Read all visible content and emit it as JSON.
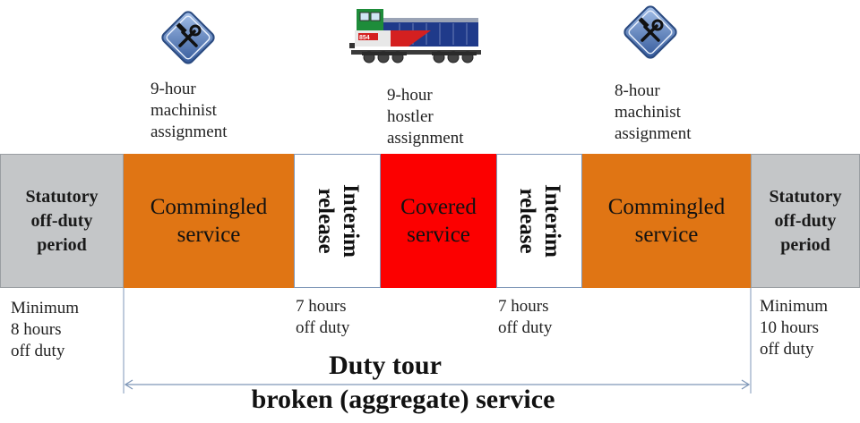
{
  "top_labels": [
    {
      "lines": [
        "9-hour",
        "machinist",
        "assignment"
      ]
    },
    {
      "lines": [
        "9-hour",
        "hostler",
        "assignment"
      ]
    },
    {
      "lines": [
        "8-hour",
        "machinist",
        "assignment"
      ]
    }
  ],
  "locomotive_number": "854",
  "segments": {
    "statutory_left": [
      "Statutory",
      "off-duty",
      "period"
    ],
    "commingled_1": [
      "Commingled",
      "service"
    ],
    "interim_1": [
      "Interim",
      "release"
    ],
    "covered": [
      "Covered",
      "service"
    ],
    "interim_2": [
      "Interim",
      "release"
    ],
    "commingled_2": [
      "Commingled",
      "service"
    ],
    "statutory_right": [
      "Statutory",
      "off-duty",
      "period"
    ]
  },
  "bottom_labels": {
    "left": [
      "Minimum",
      "8 hours",
      "off duty"
    ],
    "interim_1": [
      "7 hours",
      "off duty"
    ],
    "interim_2": [
      "7 hours",
      "off duty"
    ],
    "right": [
      "Minimum",
      "10 hours",
      "off duty"
    ]
  },
  "duty_tour": {
    "title": "Duty tour",
    "subtitle": "broken (aggregate) service"
  },
  "colors": {
    "statutory": "#c4c6c8",
    "commingled": "#e07514",
    "covered": "#fc0000",
    "interim": "#ffffff",
    "icon_diamond": "#5b7fc0",
    "arrow": "#7f97b8"
  },
  "icons": [
    "machinist-tools-icon",
    "locomotive-icon",
    "machinist-tools-icon"
  ]
}
